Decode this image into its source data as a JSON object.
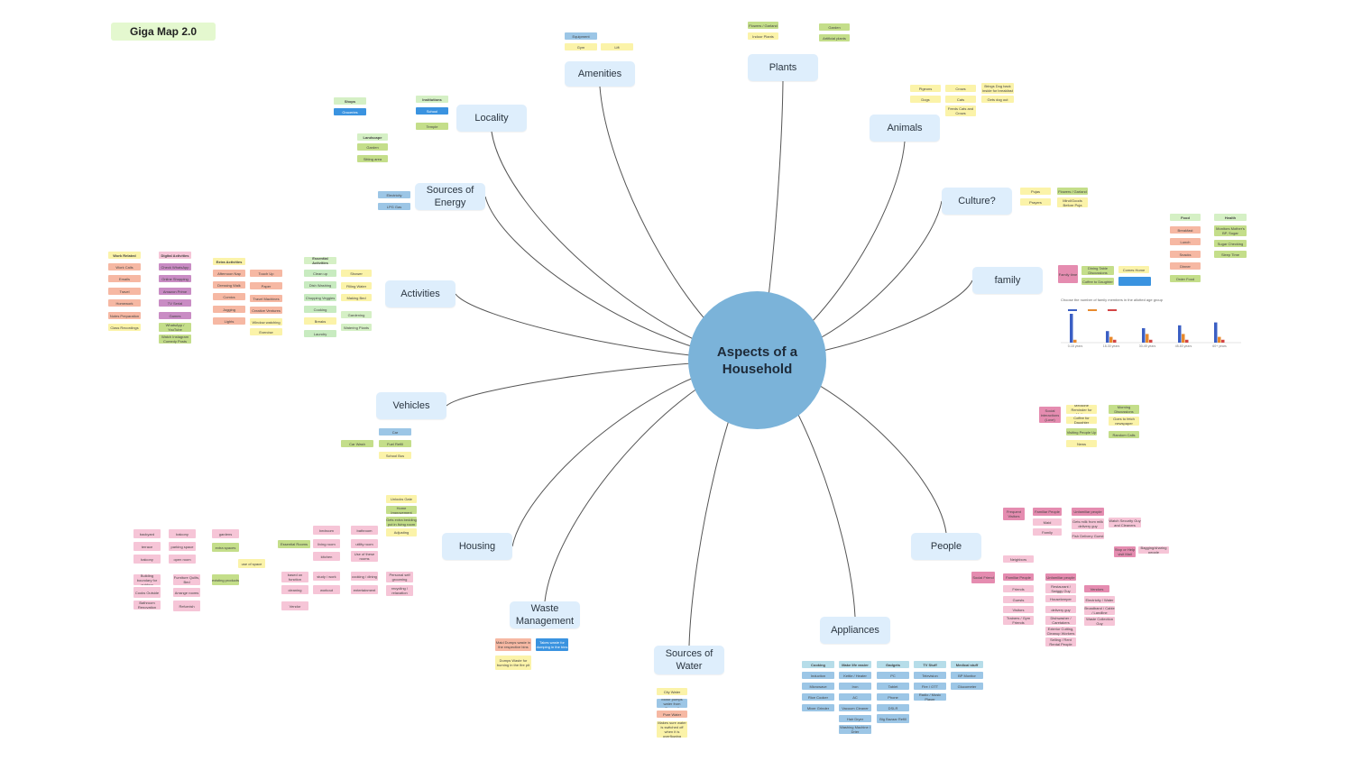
{
  "board_title": "Giga Map 2.0",
  "hub": "Aspects of a\nHousehold",
  "topics": {
    "amenities": "Amenities",
    "plants": "Plants",
    "locality": "Locality",
    "animals": "Animals",
    "energy": "Sources of\nEnergy",
    "culture": "Culture?",
    "family": "family",
    "activities": "Activities",
    "vehicles": "Vehicles",
    "housing": "Housing",
    "people": "People",
    "waste": "Waste\nManagement",
    "water": "Sources of\nWater",
    "appliances": "Appliances"
  },
  "notes": {
    "amenities": [
      "Equipment",
      "Gym",
      "Lift"
    ],
    "plants": [
      "Flowers / Garland",
      "Indoor Plants",
      "Garden",
      "Artificial plants"
    ],
    "locality": [
      "Shops",
      "Groceries",
      "Institutions",
      "School",
      "Temple",
      "Landscape",
      "Garden",
      "Sitting area"
    ],
    "animals": [
      "Pigeons",
      "Crows",
      "Brings Dog back inside for breakfast",
      "Dogs",
      "Cats",
      "Gets dog out",
      "Feeds Cats and Crows"
    ],
    "energy": [
      "Electricity",
      "LPG Gas"
    ],
    "culture": [
      "Pujas",
      "Flowers / Garland",
      "Prayers",
      "Mind/Goods Before Puja"
    ],
    "family": [
      "Family time",
      "Dining Table Discussions",
      "Coffee to Daughter",
      "Comes Home",
      "Food",
      "Breakfast",
      "Lunch",
      "Snacks",
      "Dinner",
      "Order Food",
      "Health",
      "Monitors Mother's BP, Sugar",
      "Sugar Checking",
      "Sleep Time"
    ],
    "activities": [
      "Work Related",
      "Work Calls",
      "Emails",
      "Travel",
      "Homework",
      "Notes Preparation",
      "Class Recordings",
      "Digital Activities",
      "Check WhatsApp",
      "Online Shopping",
      "Amazon Prime",
      "TV Serial",
      "Games",
      "WhatsApp / YouTube",
      "Watch Instagram Comedy Posts",
      "Extra Activities",
      "Afternoon Nap",
      "Dressing Walk",
      "Comics",
      "Jogging",
      "Lights",
      "Touch Up",
      "Paper",
      "Travel Machines",
      "Creative Ventures",
      "Window watching",
      "Exercise",
      "Essential Activities",
      "Clean up",
      "Dish Washing",
      "Chopping Veggies",
      "Cooking",
      "Breaks",
      "Laundry",
      "Shower",
      "Filling Water",
      "Making Bed",
      "Gardening",
      "Watering Plants"
    ],
    "vehicles": [
      "Car",
      "Car Wash",
      "Fuel Refill",
      "School Bus"
    ],
    "housing": [
      "backyard",
      "terrace",
      "balcony",
      "balcony",
      "parking space",
      "open room",
      "gardens",
      "extra spaces",
      "Essential Rooms",
      "bedroom",
      "living room",
      "kitchen",
      "bathroom",
      "utility room",
      "Use of these rooms",
      "Unlocks Gate",
      "Home Improvement",
      "Gets extra bedding put in living room",
      "Adjusting",
      "Building boundary for outdoor",
      "Furniture Quilts, Bed",
      "Arrange rooms",
      "Refurnish",
      "Cooks Outside",
      "Bathroom Renovation",
      "existing products",
      "based on function",
      "study / work",
      "cleaning",
      "workout",
      "cooking / dining",
      "Personal self grooming",
      "entertainment",
      "Vendor",
      "recycling / relaxation",
      "use of space"
    ],
    "people": [
      "Frequent Visitors",
      "Familiar People",
      "Unfamiliar people",
      "Maid",
      "Gets milk from milk delivery guy",
      "Watch Security Guy and Cleaners",
      "Family",
      "Fish Delivery Guest",
      "Stop or Help visit Mail",
      "Bagging/sharing people",
      "Neighbors",
      "Social Friend",
      "Familiar People",
      "Unfamiliar people",
      "Friends",
      "Restaurant / Swiggy Guy",
      "Guests",
      "Housekeeper",
      "Visitors",
      "delivery guy",
      "Trainers / Gym Friends",
      "Dishwasher / Caretakers",
      "Exterior Cutting, Cleanup Workers",
      "Selling / Rent Rental People",
      "Vendors",
      "Electricity / Water",
      "Broadband / Cable / Landline",
      "Waste Collection Guy",
      "Social interactions (Love)",
      "Medicine Reminder for Mother",
      "Morning Discussions",
      "Coffee for Daughter",
      "Goes to fetch newspaper",
      "Visiting People Up",
      "Random Calls",
      "News"
    ],
    "waste": [
      "Maid Dumps waste in the respective bins",
      "Takes waste for dumping in the bins",
      "Dumps Waste for burning in the fire pit"
    ],
    "water": [
      "City Water",
      "Motor pumps water from Borewell",
      "Pure Water",
      "Makes sure water is switched off when it is overflowing"
    ],
    "appliances": [
      "Cooking",
      "Make life easier",
      "Gadgets",
      "TV Stuff",
      "Medical stuff",
      "Induction",
      "Microwave",
      "Rice Cooker",
      "Mixer Grinder",
      "Kettle / Heater",
      "Iron",
      "AC",
      "Vacuum Cleaner",
      "Hair Dryer",
      "Washing Machine / Drier",
      "PC",
      "Tablet",
      "Phone",
      "DSLR",
      "Big Bazaar Refill",
      "Television",
      "Fire / OTT",
      "Radio / Music Player",
      "BP Monitor",
      "Glucometer"
    ]
  },
  "family_chart": {
    "caption": "Choose the number of family members in the allotted age group",
    "x_labels": [
      "0-18 years",
      "18-30 years",
      "30-45 years",
      "45-60 years",
      "60+ years"
    ]
  },
  "chart_data": {
    "type": "bar",
    "title": "",
    "categories": [
      "0-18 years",
      "18-30 years",
      "30-45 years",
      "45-60 years",
      "60+ years"
    ],
    "series": [
      {
        "name": "",
        "values": [
          10,
          4,
          5,
          6,
          7
        ]
      },
      {
        "name": "",
        "values": [
          1,
          2,
          3,
          3,
          2
        ]
      },
      {
        "name": "",
        "values": [
          0,
          1,
          1,
          1,
          1
        ]
      }
    ],
    "colors": [
      "#3b5fc4",
      "#e88a2e",
      "#d34545"
    ]
  }
}
